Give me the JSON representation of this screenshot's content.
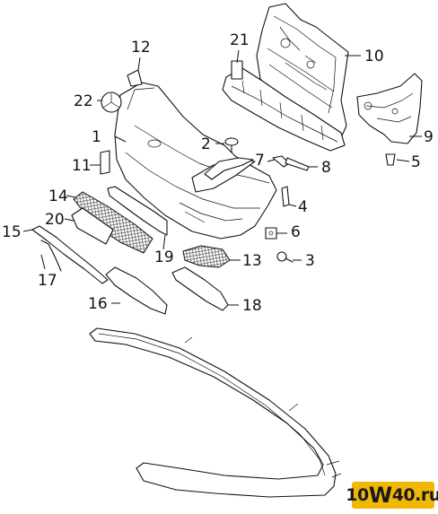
{
  "diagram": {
    "callouts": [
      {
        "id": "1",
        "label": "1"
      },
      {
        "id": "2",
        "label": "2"
      },
      {
        "id": "3",
        "label": "3"
      },
      {
        "id": "4",
        "label": "4"
      },
      {
        "id": "5",
        "label": "5"
      },
      {
        "id": "6",
        "label": "6"
      },
      {
        "id": "7",
        "label": "7"
      },
      {
        "id": "8",
        "label": "8"
      },
      {
        "id": "9",
        "label": "9"
      },
      {
        "id": "10",
        "label": "10"
      },
      {
        "id": "11",
        "label": "11"
      },
      {
        "id": "12",
        "label": "12"
      },
      {
        "id": "13",
        "label": "13"
      },
      {
        "id": "14",
        "label": "14"
      },
      {
        "id": "15",
        "label": "15"
      },
      {
        "id": "16",
        "label": "16"
      },
      {
        "id": "17",
        "label": "17"
      },
      {
        "id": "18",
        "label": "18"
      },
      {
        "id": "19",
        "label": "19"
      },
      {
        "id": "20",
        "label": "20"
      },
      {
        "id": "21",
        "label": "21"
      },
      {
        "id": "22",
        "label": "22"
      }
    ]
  },
  "watermark": {
    "prefix": "10",
    "w": "W",
    "suffix": "40.ru"
  }
}
